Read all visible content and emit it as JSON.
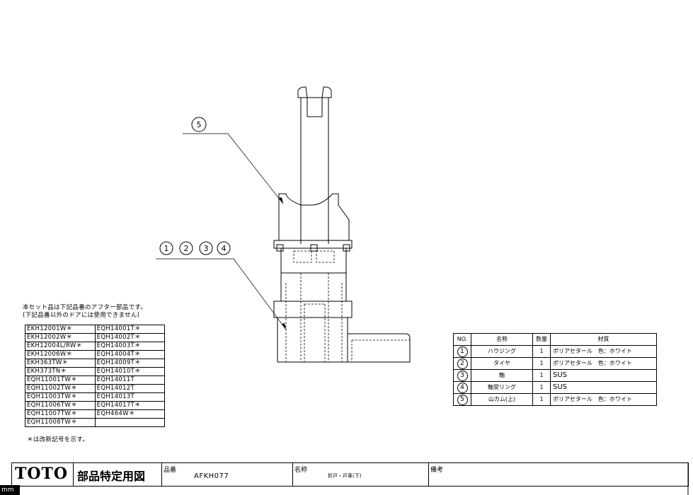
{
  "callouts": {
    "c5": "5",
    "c1": "1",
    "c2": "2",
    "c3": "3",
    "c4": "4"
  },
  "note": {
    "line1": "本セット品は下記品番のアフター部品です。",
    "line2": "(下記品番以外のドアには使用できません)",
    "footnote": "＊は改新記号を示す。"
  },
  "compat_table": [
    [
      "EKH12001W＊",
      "EQH14001T＊"
    ],
    [
      "EKH12002W＊",
      "EQH14002T＊"
    ],
    [
      "EKH12004L/RW＊",
      "EQH14003T＊"
    ],
    [
      "EKH12006W＊",
      "EQH14004T＊"
    ],
    [
      "EKH363TW＊",
      "EQH14009T＊"
    ],
    [
      "EKH373TN＊",
      "EQH14010T＊"
    ],
    [
      "EQH11001TW＊",
      "EQH14011T"
    ],
    [
      "EQH11002TW＊",
      "EQH14012T"
    ],
    [
      "EQH11003TW＊",
      "EQH14013T"
    ],
    [
      "EQH11006TW＊",
      "EQH14017T＊"
    ],
    [
      "EQH11007TW＊",
      "EQH464W＊"
    ],
    [
      "EQH11008TW＊",
      ""
    ]
  ],
  "parts_table": {
    "headers": [
      "NO.",
      "名称",
      "数量",
      "材質"
    ],
    "rows": [
      {
        "no": "1",
        "name": "ハウジング",
        "qty": "1",
        "material": "ポリアセタール　色：ホワイト"
      },
      {
        "no": "2",
        "name": "タイヤ",
        "qty": "1",
        "material": "ポリアセタール　色：ホワイト"
      },
      {
        "no": "3",
        "name": "軸",
        "qty": "1",
        "material": "SUS"
      },
      {
        "no": "4",
        "name": "軸受リング",
        "qty": "1",
        "material": "SUS"
      },
      {
        "no": "5",
        "name": "山カム(上)",
        "qty": "1",
        "material": "ポリアセタール　色：ホワイト"
      }
    ]
  },
  "title_block": {
    "logo": "TOTO",
    "doc_type": "部品特定用図",
    "part_no_label": "品番",
    "part_no": "AFKH077",
    "name_label": "名称",
    "name": "折戸・戸車(下)",
    "remarks_label": "備考"
  },
  "unit": "mm"
}
